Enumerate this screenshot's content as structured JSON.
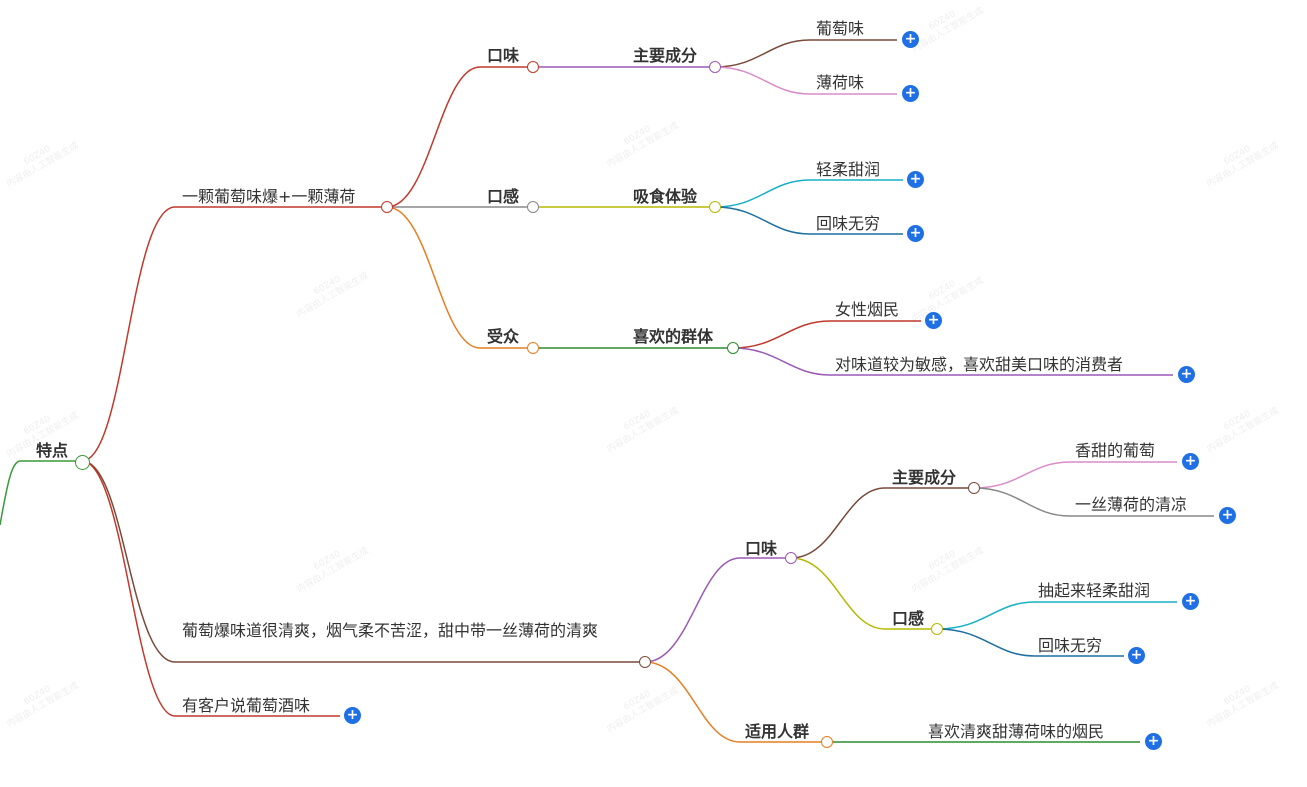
{
  "watermark": {
    "line1": "60Z40",
    "line2": "内容由人工智能生成"
  },
  "plus_symbol": "+",
  "nodes": {
    "root": "特点",
    "b1": "一颗葡萄味爆+一颗薄荷",
    "b1_taste": "口味",
    "b1_taste_main": "主要成分",
    "b1_taste_grape": "葡萄味",
    "b1_taste_mint": "薄荷味",
    "b1_feel": "口感",
    "b1_feel_exp": "吸食体验",
    "b1_feel_soft": "轻柔甜润",
    "b1_feel_after": "回味无穷",
    "b1_aud": "受众",
    "b1_aud_group": "喜欢的群体",
    "b1_aud_female": "女性烟民",
    "b1_aud_sensitive": "对味道较为敏感，喜欢甜美口味的消费者",
    "b2": "葡萄爆味道很清爽，烟气柔不苦涩，甜中带一丝薄荷的清爽",
    "b2_taste": "口味",
    "b2_taste_main": "主要成分",
    "b2_taste_grape": "香甜的葡萄",
    "b2_taste_mint": "一丝薄荷的清凉",
    "b2_feel": "口感",
    "b2_feel_soft": "抽起来轻柔甜润",
    "b2_feel_after": "回味无穷",
    "b2_aud": "适用人群",
    "b2_aud_target": "喜欢清爽甜薄荷味的烟民",
    "b3": "有客户说葡萄酒味"
  }
}
